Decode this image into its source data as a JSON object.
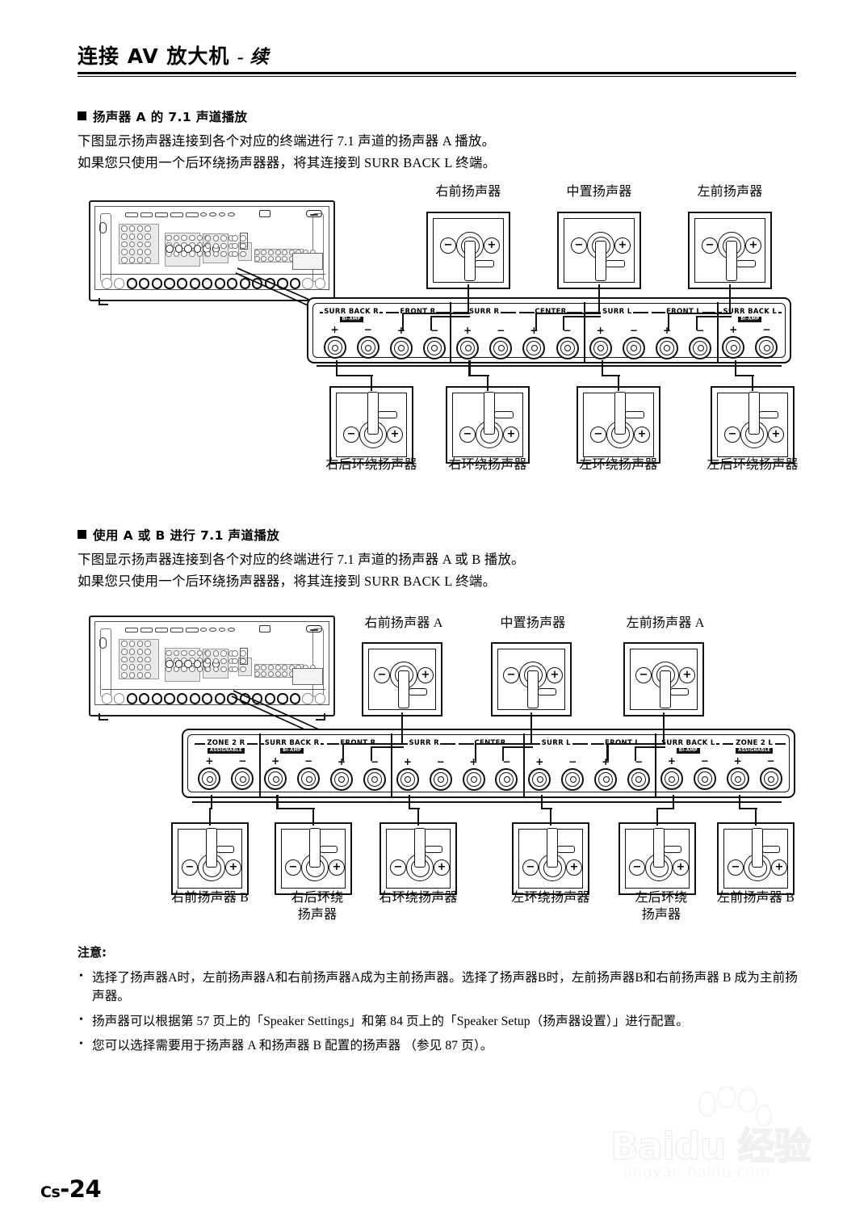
{
  "page": {
    "title": "连接 AV 放大机",
    "title_suffix": "- 续",
    "footer_prefix": "Cs",
    "footer_number": "-24"
  },
  "sections": [
    {
      "heading": "扬声器 A 的 7.1 声道播放",
      "lines": [
        "下图显示扬声器连接到各个对应的终端进行 7.1 声道的扬声器 A 播放。",
        "如果您只使用一个后环绕扬声器器，将其连接到 SURR BACK L 终端。"
      ],
      "top_speakers": [
        "右前扬声器",
        "中置扬声器",
        "左前扬声器"
      ],
      "bottom_speakers": [
        "右后环绕扬声器",
        "右环绕扬声器",
        "左环绕扬声器",
        "左后环绕扬声器"
      ],
      "terminals": [
        {
          "name": "SURR BACK R",
          "badge": "BI-AMP",
          "plus": "+",
          "minus": "−"
        },
        {
          "name": "FRONT R",
          "badge": "",
          "plus": "+",
          "minus": "−"
        },
        {
          "name": "SURR R",
          "badge": "",
          "plus": "+",
          "minus": "−"
        },
        {
          "name": "CENTER",
          "badge": "",
          "plus": "+",
          "minus": "−"
        },
        {
          "name": "SURR L",
          "badge": "",
          "plus": "+",
          "minus": "−"
        },
        {
          "name": "FRONT L",
          "badge": "",
          "plus": "+",
          "minus": "−"
        },
        {
          "name": "SURR BACK L",
          "badge": "BI-AMP",
          "plus": "+",
          "minus": "−"
        }
      ]
    },
    {
      "heading": "使用 A 或 B 进行 7.1 声道播放",
      "lines": [
        "下图显示扬声器连接到各个对应的终端进行 7.1 声道的扬声器 A 或 B 播放。",
        "如果您只使用一个后环绕扬声器器，将其连接到 SURR BACK L 终端。"
      ],
      "top_speakers": [
        "右前扬声器 A",
        "中置扬声器",
        "左前扬声器 A"
      ],
      "bottom_speakers": [
        "右前扬声器 B",
        "右后环绕\n扬声器",
        "右环绕扬声器",
        "左环绕扬声器",
        "左后环绕\n扬声器",
        "左前扬声器 B"
      ],
      "terminals": [
        {
          "name": "ZONE 2 R",
          "badge": "ASSIGNABLE",
          "plus": "+",
          "minus": "−"
        },
        {
          "name": "SURR BACK R",
          "badge": "BI-AMP",
          "plus": "+",
          "minus": "−"
        },
        {
          "name": "FRONT R",
          "badge": "",
          "plus": "+",
          "minus": "−"
        },
        {
          "name": "SURR R",
          "badge": "",
          "plus": "+",
          "minus": "−"
        },
        {
          "name": "CENTER",
          "badge": "",
          "plus": "+",
          "minus": "−"
        },
        {
          "name": "SURR L",
          "badge": "",
          "plus": "+",
          "minus": "−"
        },
        {
          "name": "FRONT L",
          "badge": "",
          "plus": "+",
          "minus": "−"
        },
        {
          "name": "SURR BACK L",
          "badge": "BI-AMP",
          "plus": "+",
          "minus": "−"
        },
        {
          "name": "ZONE 2 L",
          "badge": "ASSIGNABLE",
          "plus": "+",
          "minus": "−"
        }
      ]
    }
  ],
  "notes": {
    "title": "注意:",
    "items": [
      "选择了扬声器A时，左前扬声器A和右前扬声器A成为主前扬声器。选择了扬声器B时，左前扬声器B和右前扬声器 B 成为主前扬声器。",
      "扬声器可以根据第 57 页上的「Speaker Settings」和第 84 页上的「Speaker Setup（扬声器设置）」进行配置。",
      "您可以选择需要用于扬声器 A 和扬声器 B 配置的扬声器 （参见 87 页）。"
    ]
  },
  "watermark": {
    "brand": "Baidu 经验",
    "url": "jingyan.baidu.com"
  },
  "symbols": {
    "plus": "+",
    "minus": "−"
  }
}
